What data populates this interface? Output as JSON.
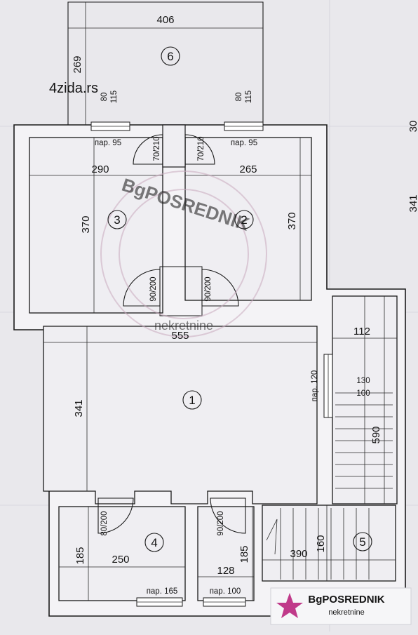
{
  "rooms": {
    "r1": "1",
    "r2": "2",
    "r3": "3",
    "r4": "4",
    "r5": "5",
    "r6": "6"
  },
  "dims": {
    "top_width": "406",
    "top_height": "269",
    "win_left_a": "80",
    "win_left_b": "115",
    "win_right_a": "80",
    "win_right_b": "115",
    "room3_width": "290",
    "room2_width": "265",
    "room3_height": "370",
    "room2_height": "370",
    "main_width": "555",
    "main_height": "341",
    "stair_width": "112",
    "win_main_a": "130",
    "win_main_b": "100",
    "stair_length": "590",
    "room4_height": "185",
    "room4_width": "250",
    "hall_height": "185",
    "hall_width": "128",
    "stair_run": "390",
    "stair_rise": "160",
    "edge_top": "30",
    "edge_mid": "341"
  },
  "openings": {
    "win_left": "пар. 95",
    "win_right": "пар. 95",
    "door_left_top": "70/210",
    "door_right_top": "70/210",
    "door_left_mid": "90/200",
    "door_right_mid": "90/200",
    "win_main": "пар. 120",
    "door_room4": "80/200",
    "door_hall": "90/200",
    "win_room4": "пар. 165",
    "win_hall": "пар. 100"
  },
  "watermarks": {
    "site": "4zida.rs",
    "stamp_brand": "BgPOSREDNIK",
    "stamp_sub": "nekretnine",
    "logo_brand": "BgPOSREDNIK",
    "logo_sub": "nekretnine"
  }
}
